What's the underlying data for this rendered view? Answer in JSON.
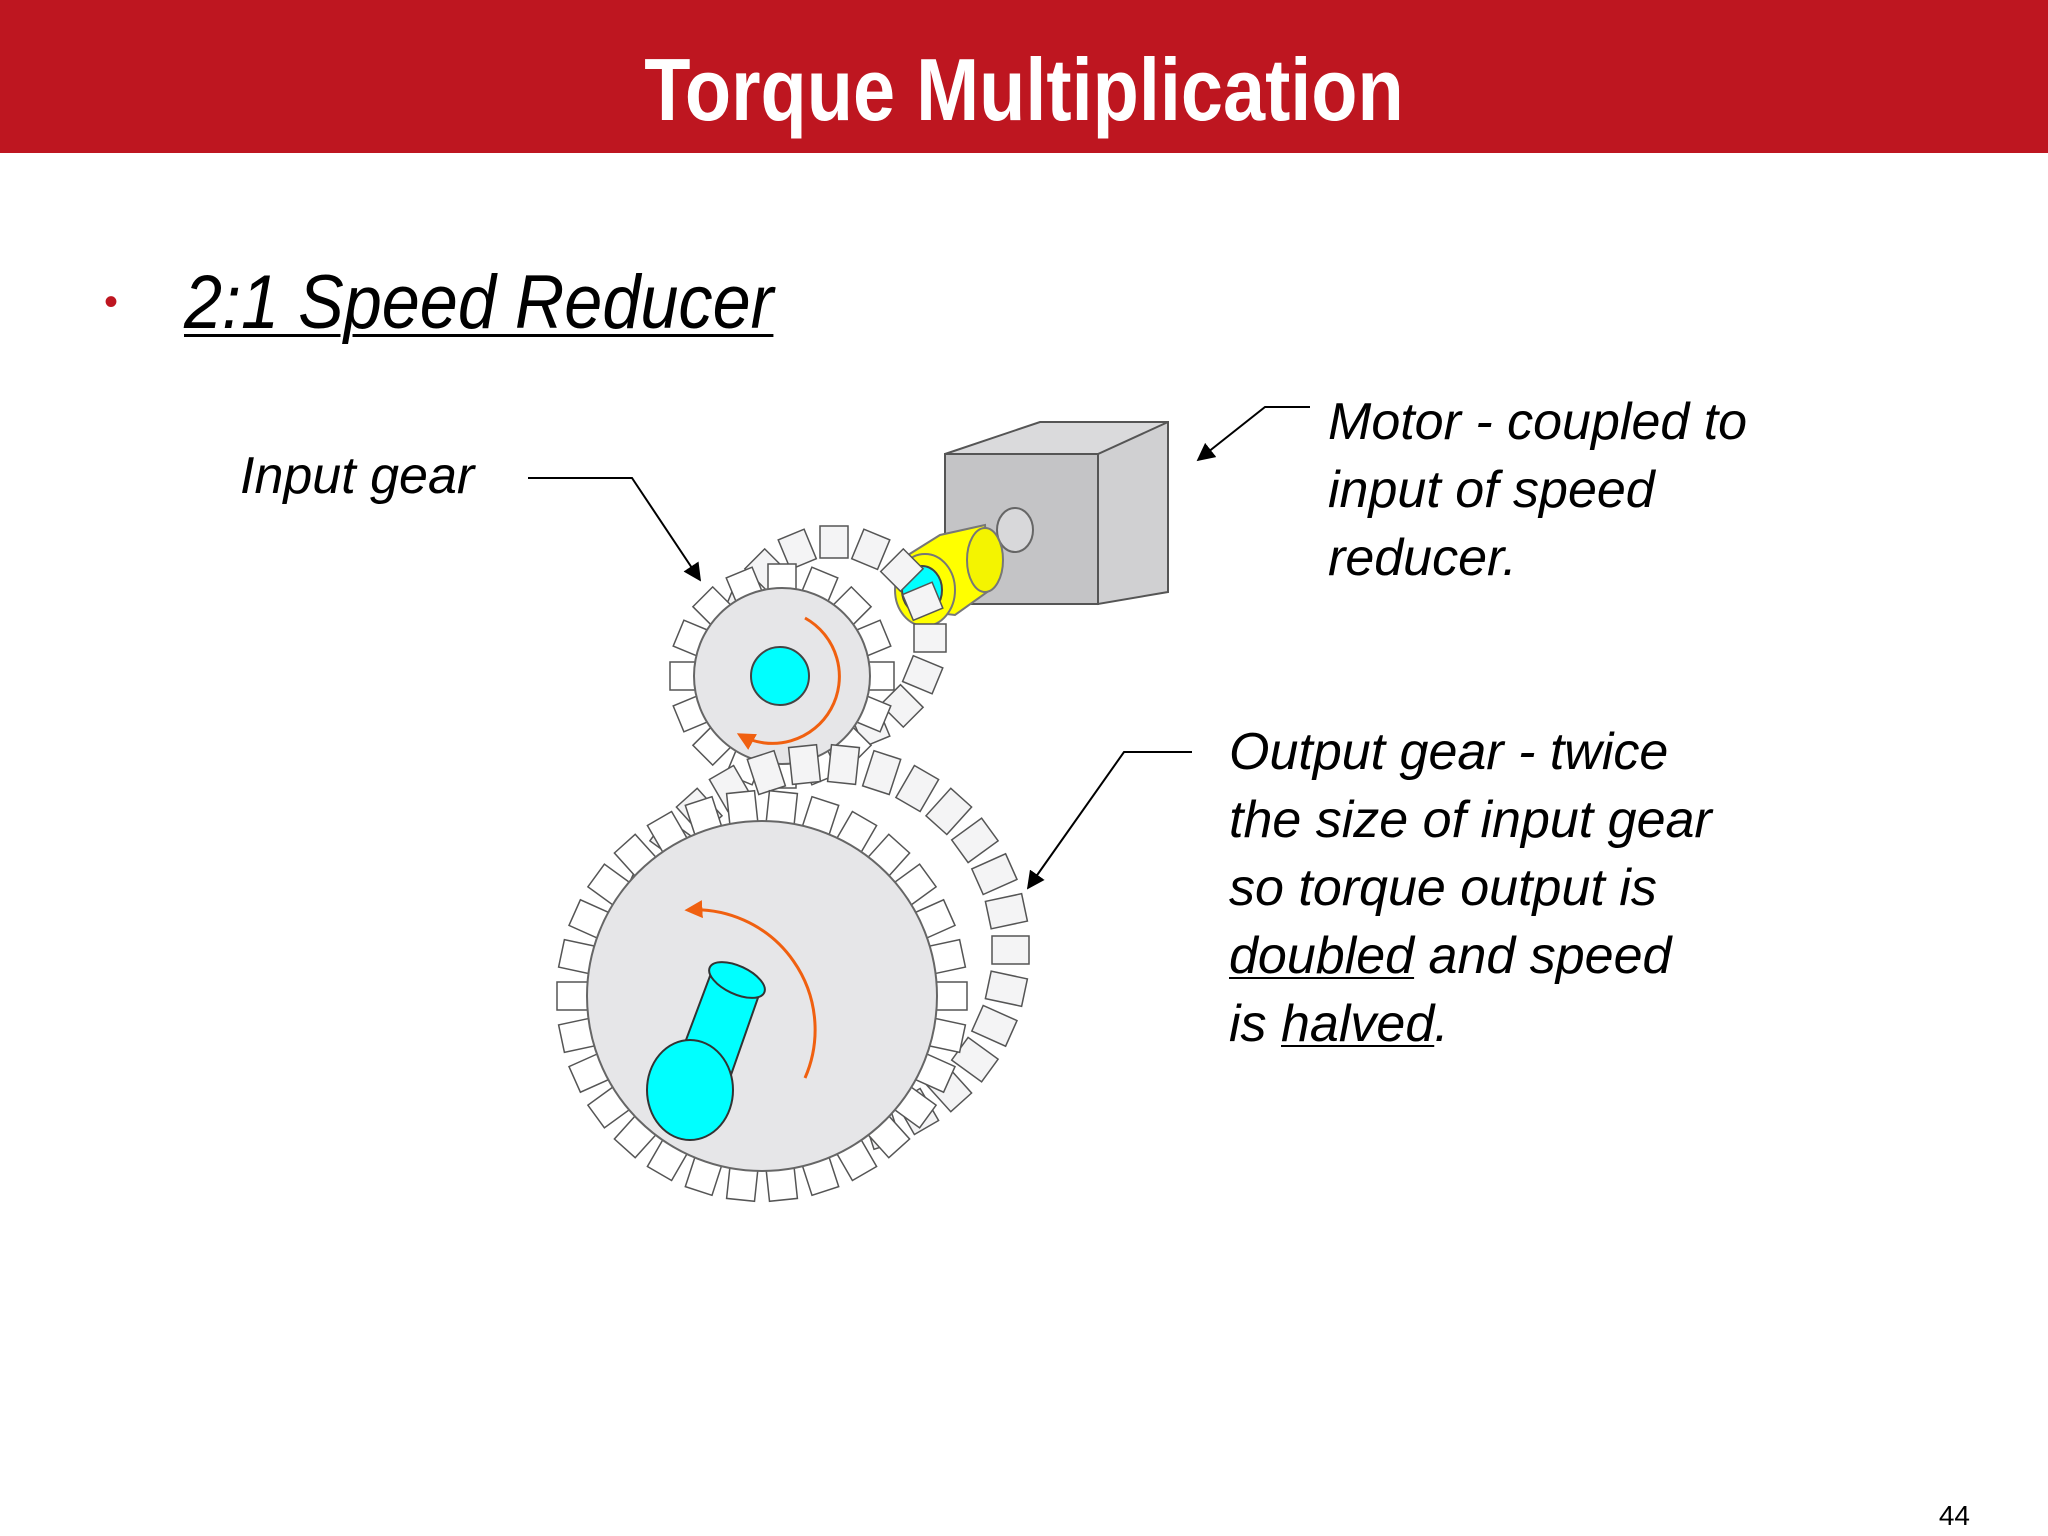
{
  "slide": {
    "title": "Torque Multiplication",
    "bullet_symbol": "•",
    "heading": "2:1 Speed Reducer",
    "page_number": "44"
  },
  "labels": {
    "input_gear": "Input gear",
    "motor": [
      "Motor - coupled to",
      "input of speed",
      "reducer."
    ],
    "output": {
      "line1": "Output gear - twice",
      "line2": "the size of input gear",
      "line3": "so torque output is",
      "line4_underlined": "doubled",
      "line4_rest": " and speed",
      "line5_start": "is ",
      "line5_underlined": "halved",
      "line5_end": "."
    }
  },
  "colors": {
    "title_bar": "#be1620",
    "shaft": "#00ffff",
    "coupling": "#ffff00",
    "rotation_arrow": "#f06010",
    "gear_face": "#e6e6e8",
    "motor": "#c8c8ca"
  }
}
